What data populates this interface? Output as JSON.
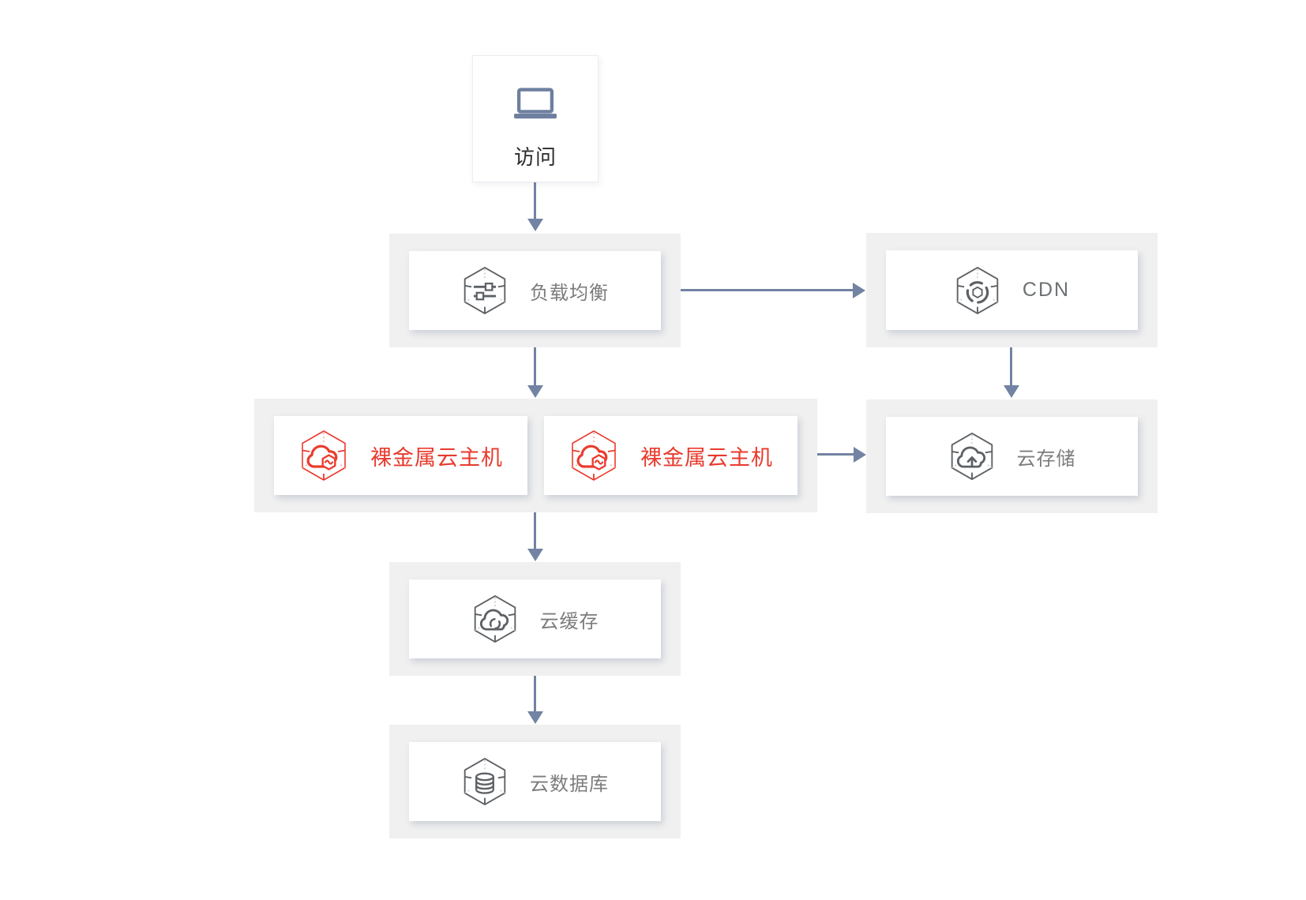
{
  "diagram": {
    "nodes": {
      "visit": {
        "label": "访问",
        "icon": "laptop-icon"
      },
      "load_balancer": {
        "label": "负载均衡",
        "icon": "load-balancer-cube-icon"
      },
      "cdn": {
        "label": "CDN",
        "icon": "cdn-cube-icon"
      },
      "bare_metal_1": {
        "label": "裸金属云主机",
        "icon": "bare-metal-cloud-cube-icon"
      },
      "bare_metal_2": {
        "label": "裸金属云主机",
        "icon": "bare-metal-cloud-cube-icon"
      },
      "cloud_storage": {
        "label": "云存储",
        "icon": "cloud-storage-cube-icon"
      },
      "cloud_cache": {
        "label": "云缓存",
        "icon": "cloud-cache-cube-icon"
      },
      "cloud_database": {
        "label": "云数据库",
        "icon": "cloud-database-cube-icon"
      }
    },
    "edges": [
      {
        "from": "visit",
        "to": "load_balancer"
      },
      {
        "from": "load_balancer",
        "to": "cdn"
      },
      {
        "from": "load_balancer",
        "to": "bare_metal"
      },
      {
        "from": "cdn",
        "to": "cloud_storage"
      },
      {
        "from": "bare_metal",
        "to": "cloud_storage"
      },
      {
        "from": "bare_metal",
        "to": "cloud_cache"
      },
      {
        "from": "cloud_cache",
        "to": "cloud_database"
      }
    ],
    "colors": {
      "accent_red": "#e83a2d",
      "arrow": "#7283a3",
      "icon_gray": "#5d6165",
      "icon_blue": "#6e7f9f",
      "label_gray": "#7c7c7c",
      "label_dark": "#2b2b2b",
      "panel_bg": "#f0f0f0",
      "card_bg": "#ffffff"
    }
  }
}
